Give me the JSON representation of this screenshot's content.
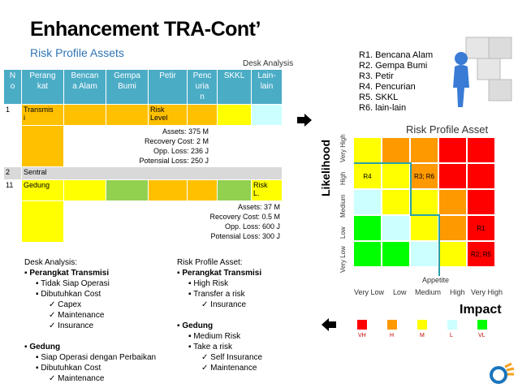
{
  "title": "Enhancement TRA-Cont’",
  "subtitle": "Risk Profile Assets",
  "desk_label": "Desk Analysis",
  "table": {
    "headers": [
      "N\no",
      "Perang\nkat",
      "Bencan\na Alam",
      "Gempa\nBumi",
      "Petir",
      "Penc\nuria\nn",
      "SKKL",
      "Lain-\nlain"
    ],
    "row1": {
      "no": "1",
      "perangkat": "Transmis\ni",
      "petir": "Risk\nLevel"
    },
    "row1_info": [
      "Assets: 375 M",
      "Recovery Cost: 2 M",
      "Opp. Loss: 236 J",
      "Potensial Loss: 250 J"
    ],
    "row2": {
      "no": "2",
      "perangkat": "Sentral"
    },
    "row3": {
      "no": "11",
      "perangkat": "Gedung",
      "lain": "Risk\nL."
    },
    "row3_info": [
      "Assets: 37 M",
      "Recovery Cost: 0.5 M",
      "Opp. Loss: 600 J",
      "Potensial Loss: 300 J"
    ]
  },
  "risk_list": [
    "R1. Bencana Alam",
    "R2. Gempa Bumi",
    "R3. Petir",
    "R4. Pencurian",
    "R5. SKKL",
    "R6. lain-lain"
  ],
  "matrix": {
    "title": "Risk Profile Asset",
    "y_title": "Likelihood",
    "y_levels": [
      "Very High",
      "High",
      "Medium",
      "Low",
      "Very Low"
    ],
    "x_levels": [
      "Very Low",
      "Low",
      "Medium",
      "High",
      "Very High"
    ],
    "x_title": "Impact",
    "appetite": "Appetite",
    "labels": {
      "r4": "R4",
      "r3r6": "R3; R6",
      "r1": "R1",
      "r2r5": "R2; R5"
    },
    "colors": {
      "vh": "#ff0000",
      "h": "#ff9900",
      "m": "#ffff00",
      "l": "#ccffff",
      "vl": "#00ff00"
    }
  },
  "legend": [
    "VH",
    "H",
    "M",
    "L",
    "VL"
  ],
  "desk_analysis": {
    "heading": "Desk Analysis:",
    "items": [
      "Perangkat Transmisi",
      "Tidak Siap Operasi",
      "Dibutuhkan Cost",
      "Capex",
      "Maintenance",
      "Insurance",
      "Gedung",
      "Siap Operasi dengan Perbaikan",
      "Dibutuhkan Cost",
      "Maintenance"
    ]
  },
  "risk_profile": {
    "heading": "Risk Profile Asset:",
    "items": [
      "Perangkat Transmisi",
      "High Risk",
      "Transfer a risk",
      "Insurance",
      "Gedung",
      "Medium Risk",
      "Take a risk",
      "Self  Insurance",
      "Maintenance"
    ]
  }
}
